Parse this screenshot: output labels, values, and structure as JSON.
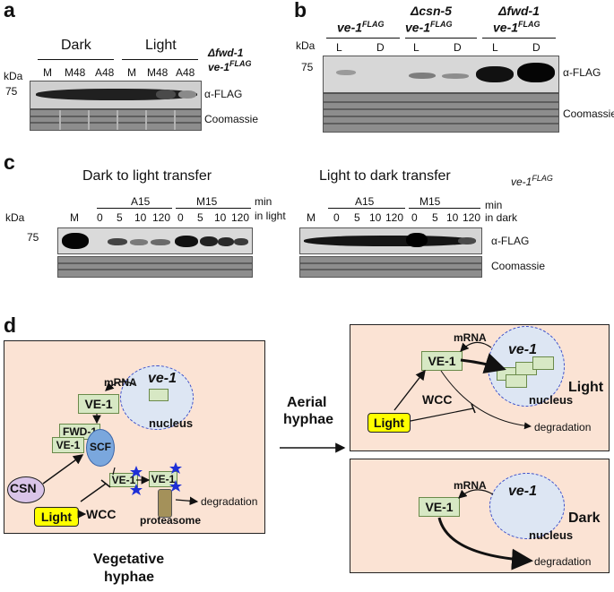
{
  "panels": {
    "a": "a",
    "b": "b",
    "c": "c",
    "d": "d"
  },
  "a": {
    "dark": "Dark",
    "light": "Light",
    "lanes": [
      "M",
      "M48",
      "A48",
      "M",
      "M48",
      "A48"
    ],
    "genotype_1": "Δfwd-1",
    "genotype_2": "ve-1",
    "genotype_sup": "FLAG",
    "kda": "kDa",
    "marker": "75",
    "antibody": "α-FLAG",
    "loading": "Coomassie"
  },
  "b": {
    "strains": [
      {
        "line1": "ve-1",
        "line1_sup": "FLAG",
        "line2": ""
      },
      {
        "line1": "Δcsn-5",
        "line1_sup": "",
        "line2": "ve-1",
        "line2_sup": "FLAG"
      },
      {
        "line1": "Δfwd-1",
        "line1_sup": "",
        "line2": "ve-1",
        "line2_sup": "FLAG"
      }
    ],
    "lanes": [
      "L",
      "D",
      "L",
      "D",
      "L",
      "D"
    ],
    "kda": "kDa",
    "marker": "75",
    "antibody": "α-FLAG",
    "loading": "Coomassie"
  },
  "c": {
    "left_title": "Dark to light transfer",
    "right_title": "Light to dark transfer",
    "genotype": "ve-1",
    "genotype_sup": "FLAG",
    "group_a": "A15",
    "group_m": "M15",
    "lanes": [
      "M",
      "0",
      "5",
      "10",
      "120",
      "0",
      "5",
      "10",
      "120"
    ],
    "left_unit_1": "min",
    "left_unit_2": "in light",
    "right_unit_1": "min",
    "right_unit_2": "in dark",
    "kda": "kDa",
    "marker": "75",
    "antibody": "α-FLAG",
    "loading": "Coomassie"
  },
  "d": {
    "left": {
      "mrna": "mRNA",
      "ve1": "VE-1",
      "ve1_gene": "ve-1",
      "fwd1": "FWD-1",
      "ve1_small": "VE-1",
      "scf": "SCF",
      "csn": "CSN",
      "light": "Light",
      "wcc": "WCC",
      "proteasome": "proteasome",
      "degradation": "degradation",
      "nucleus": "nucleus",
      "caption_1": "Vegetative",
      "caption_2": "hyphae"
    },
    "transition_1": "Aerial",
    "transition_2": "hyphae",
    "light_cond": {
      "mrna": "mRNA",
      "ve1": "VE-1",
      "ve1_gene": "ve-1",
      "wcc": "WCC",
      "light": "Light",
      "nucleus": "nucleus",
      "degradation": "degradation",
      "label": "Light"
    },
    "dark_cond": {
      "mrna": "mRNA",
      "ve1": "VE-1",
      "ve1_gene": "ve-1",
      "nucleus": "nucleus",
      "degradation": "degradation",
      "label": "Dark"
    }
  },
  "colors": {
    "cell": "#fbe3d4",
    "protein": "#d7e8c4",
    "nucleus": "#dde6f3",
    "scf": "#7aa7dd",
    "csn": "#d9c4e8",
    "light": "#ffff00",
    "ubiquitin": "#1f2fd6"
  }
}
